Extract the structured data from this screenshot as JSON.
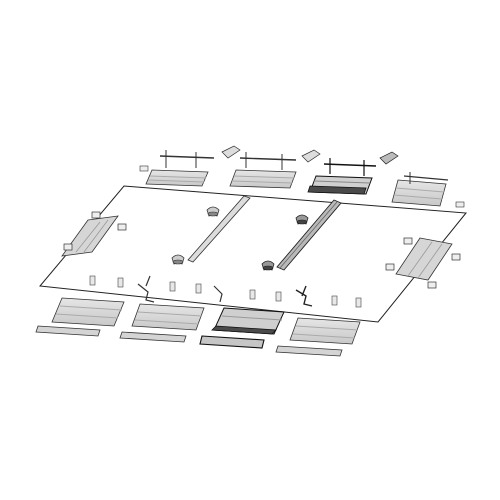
{
  "diagram": {
    "kind": "exploded-isometric-parts-drawing",
    "text_labels": [],
    "colors": {
      "background": "#ffffff",
      "outline": "#222222",
      "part_fill": "#d0d0d0",
      "part_fill_light": "#e4e4e4",
      "part_stripe": "#ababab",
      "highlight_fill": "#4a4a4a",
      "highlight_stroke": "#111111"
    },
    "highlighted_parts": [
      "top-middle-right-panel",
      "bottom-center-panel",
      "bottom-center-strip"
    ]
  }
}
